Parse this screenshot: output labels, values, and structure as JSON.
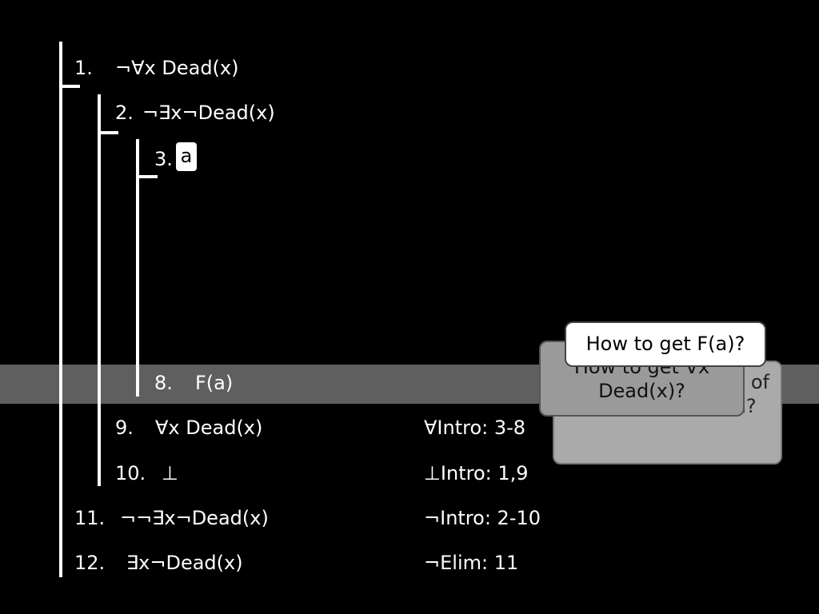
{
  "proof": {
    "lines": [
      {
        "num": "1.",
        "formula": "¬∀x Dead(x)",
        "justification": ""
      },
      {
        "num": "2.",
        "formula": "¬∃x¬Dead(x)",
        "justification": ""
      },
      {
        "num": "3.",
        "formula": "a",
        "justification": ""
      },
      {
        "num": "8.",
        "formula": "F(a)",
        "justification": ""
      },
      {
        "num": "9.",
        "formula": "∀x Dead(x)",
        "justification": "∀Intro: 3-8"
      },
      {
        "num": "10.",
        "formula": "⊥",
        "justification": "⊥Intro: 1,9"
      },
      {
        "num": "11.",
        "formula": "¬¬∃x¬Dead(x)",
        "justification": "¬Intro: 2-10"
      },
      {
        "num": "12.",
        "formula": "∃x¬Dead(x)",
        "justification": "¬Elim: 11"
      }
    ]
  },
  "bubbles": {
    "front": "How to get F(a)?",
    "middle": "How to get ∀x Dead(x)?",
    "back": "What is the source of this contradiction?"
  }
}
